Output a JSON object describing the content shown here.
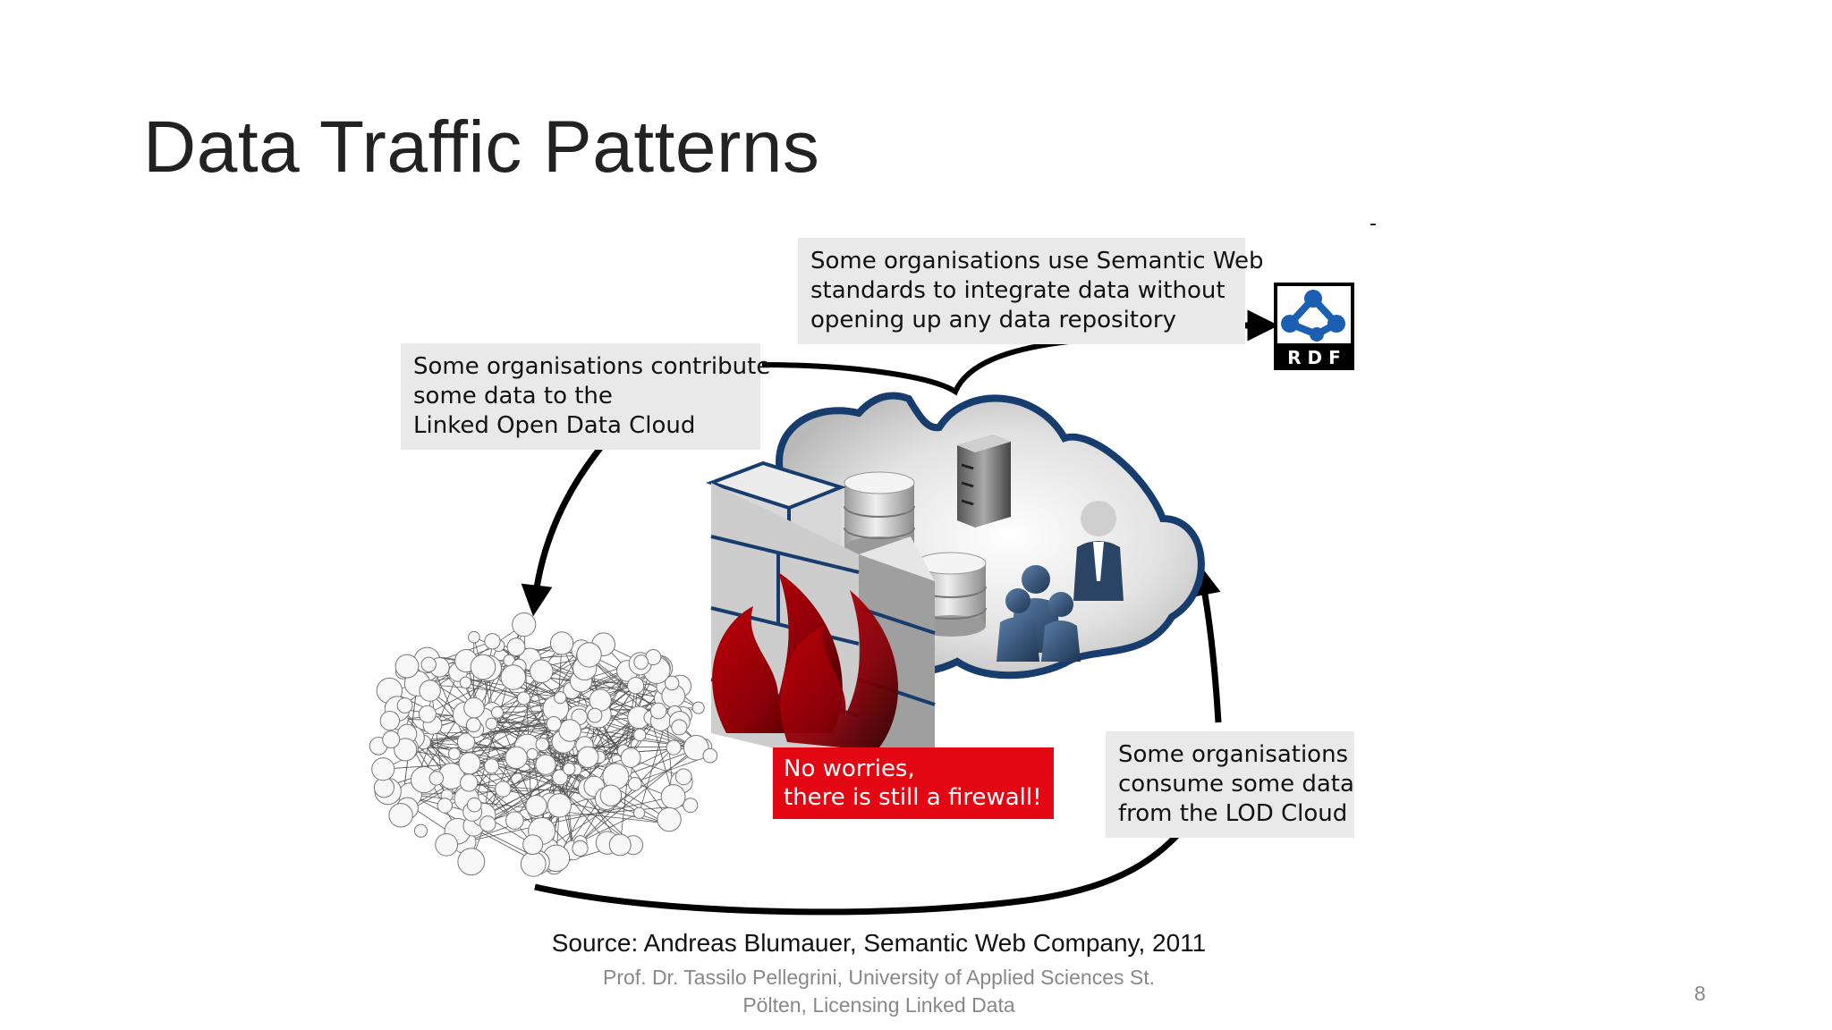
{
  "slide": {
    "title": "Data Traffic Patterns",
    "dash": "-",
    "source": "Source: Andreas Blumauer, Semantic Web Company, 2011",
    "footer_line1": "Prof. Dr. Tassilo Pellegrini, University of Applied Sciences St.",
    "footer_line2": "Pölten, Licensing Linked Data",
    "page_number": "8"
  },
  "diagram": {
    "box_integrate": [
      "Some organisations use Semantic Web",
      "standards to integrate data without",
      "opening up any data repository"
    ],
    "box_contribute": [
      "Some organisations contribute",
      "some data to the",
      "Linked Open Data Cloud"
    ],
    "box_firewall": [
      "No worries,",
      "there is still a firewall!"
    ],
    "box_consume": [
      "Some organisations",
      "consume some data",
      "from the LOD Cloud"
    ],
    "rdf_logo_text": "RDF",
    "colors": {
      "cloud_outline": "#173d6e",
      "firewall_red": "#e30613",
      "label_gray": "#e9e9e9"
    }
  }
}
